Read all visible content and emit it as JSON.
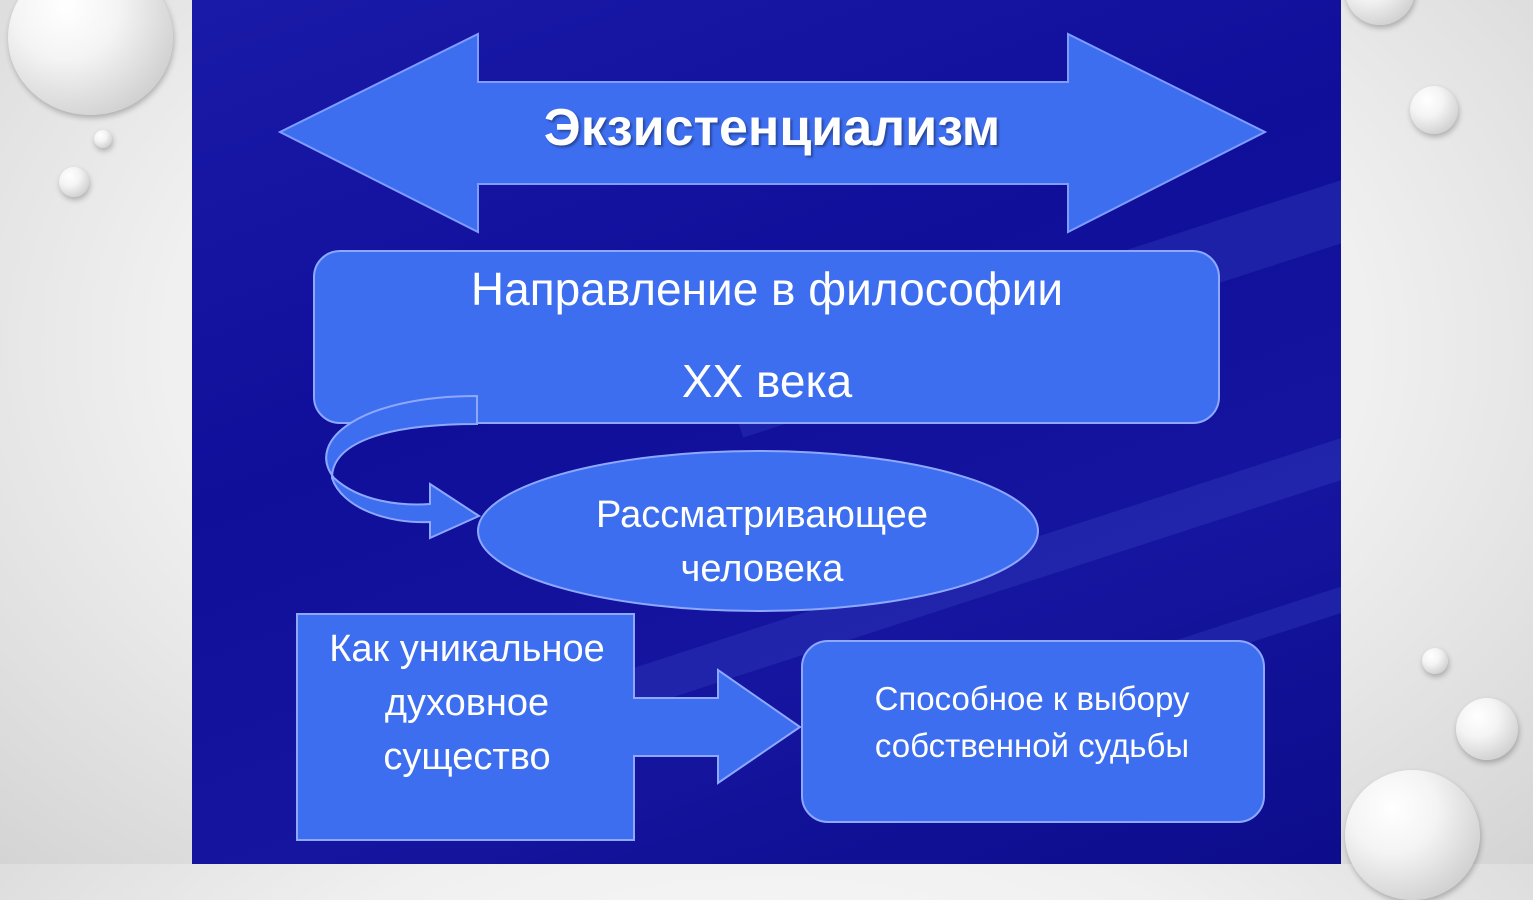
{
  "diagram": {
    "title": "Экзистенциализм",
    "definition_line1": "Направление в философии",
    "definition_line2": "XX века",
    "ellipse_text": "Рассматривающее человека",
    "left_box_text": "Как уникальное духовное существо",
    "right_box_text": "Способное к выбору собственной судьбы"
  },
  "colors": {
    "slide_background": "#1212a0",
    "shape_fill": "#3d6ef0",
    "shape_stroke": "#8fa8ff",
    "text": "#ffffff"
  }
}
